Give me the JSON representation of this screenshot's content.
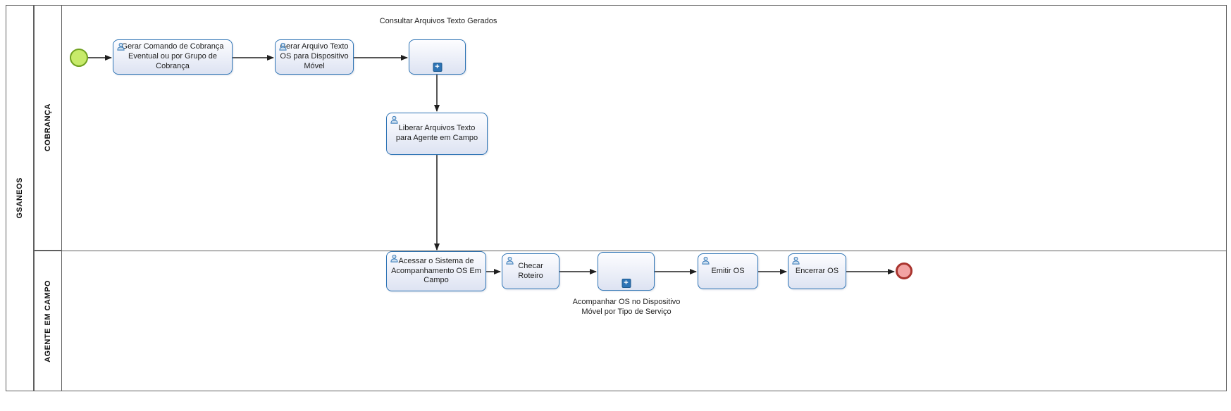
{
  "diagram": {
    "pool": "GSANEOS",
    "lanes": [
      {
        "name": "COBRANÇA"
      },
      {
        "name": "AGENTE EM CAMPO"
      }
    ],
    "nodes": {
      "gerar_comando": {
        "label": "Gerar Comando de Cobrança Eventual ou por Grupo de Cobrança"
      },
      "gerar_arquivo": {
        "label": "Gerar Arquivo Texto OS para Dispositivo Móvel"
      },
      "consultar": {
        "label": "Consultar Arquivos Texto Gerados"
      },
      "liberar": {
        "label": "Liberar Arquivos Texto para Agente em Campo"
      },
      "acessar": {
        "label": "Acessar o Sistema de Acompanhamento OS Em Campo"
      },
      "checar": {
        "label": "Checar Roteiro"
      },
      "acompanhar": {
        "label": "Acompanhar OS no Dispositivo Móvel por Tipo de Serviço"
      },
      "emitir": {
        "label": "Emitir OS"
      },
      "encerrar": {
        "label": "Encerrar OS"
      }
    },
    "icons": {
      "user_task": "user-task-icon",
      "subprocess_plus": "+",
      "start_event": "start-event",
      "end_event": "end-event"
    },
    "colors": {
      "task_border": "#2e74b5",
      "task_fill_top": "#fdfdff",
      "task_fill_bottom": "#dde3f2",
      "start_fill": "#c7ea6a",
      "start_border": "#6fa11e",
      "end_fill": "#f2a3a3",
      "end_border": "#a9342e",
      "edge": "#1f1f1f",
      "lane_border": "#5f5f5f"
    }
  }
}
